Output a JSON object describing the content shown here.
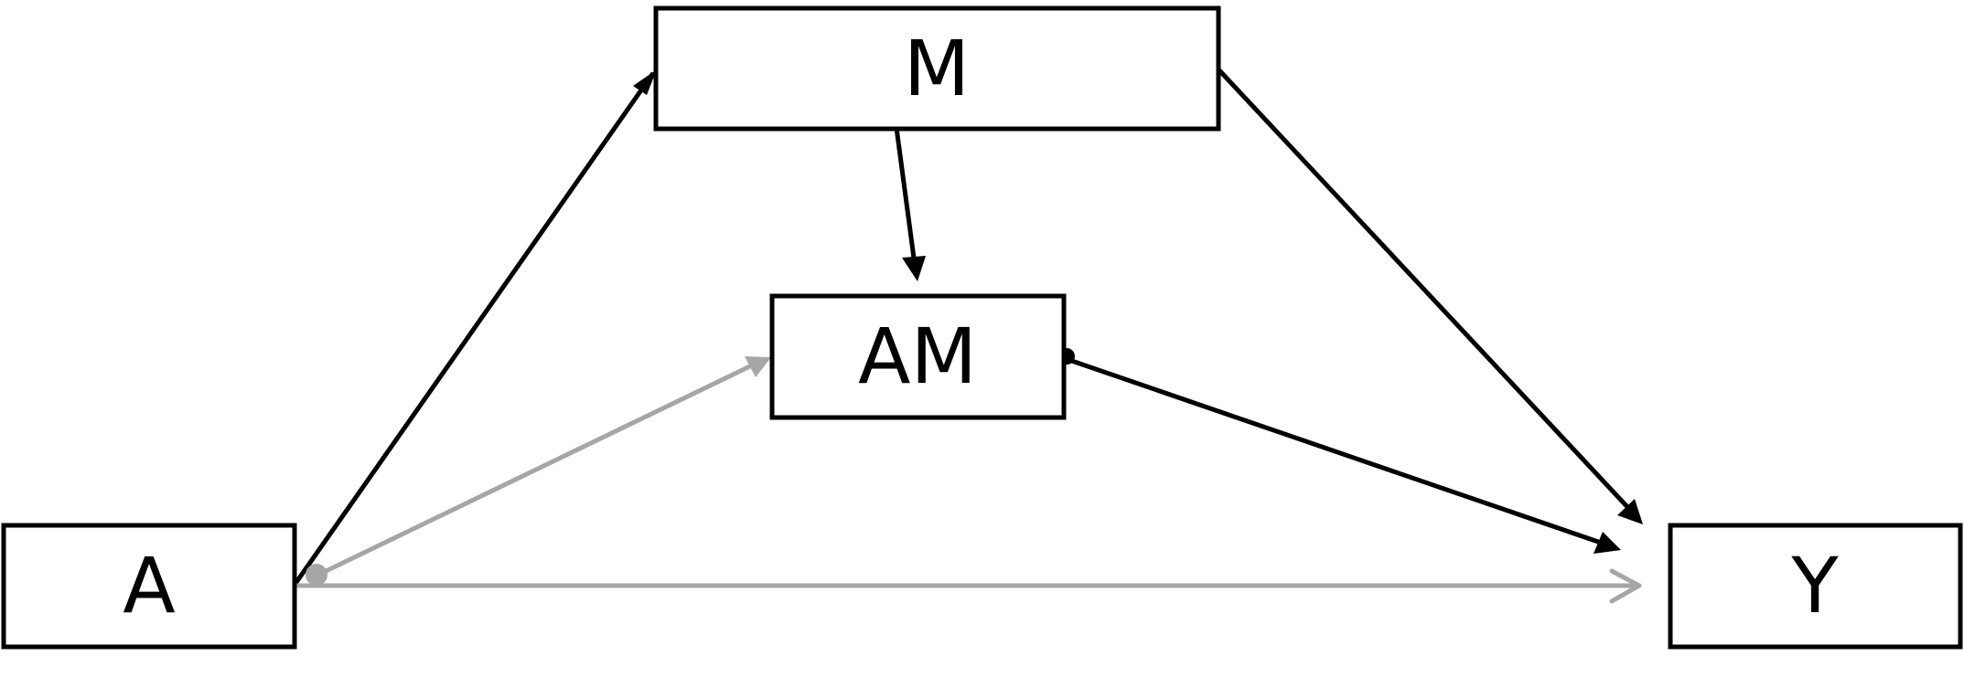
{
  "diagram": {
    "nodes": {
      "A": {
        "label": "A"
      },
      "M": {
        "label": "M"
      },
      "AM": {
        "label": "AM"
      },
      "Y": {
        "label": "Y"
      }
    },
    "edges": [
      {
        "from": "A",
        "to": "M",
        "color": "#000000"
      },
      {
        "from": "M",
        "to": "AM",
        "color": "#000000"
      },
      {
        "from": "M",
        "to": "Y",
        "color": "#000000"
      },
      {
        "from": "AM",
        "to": "Y",
        "color": "#000000"
      },
      {
        "from": "A",
        "to": "AM",
        "color": "#a6a6a6"
      },
      {
        "from": "A",
        "to": "Y",
        "color": "#a6a6a6"
      }
    ]
  }
}
